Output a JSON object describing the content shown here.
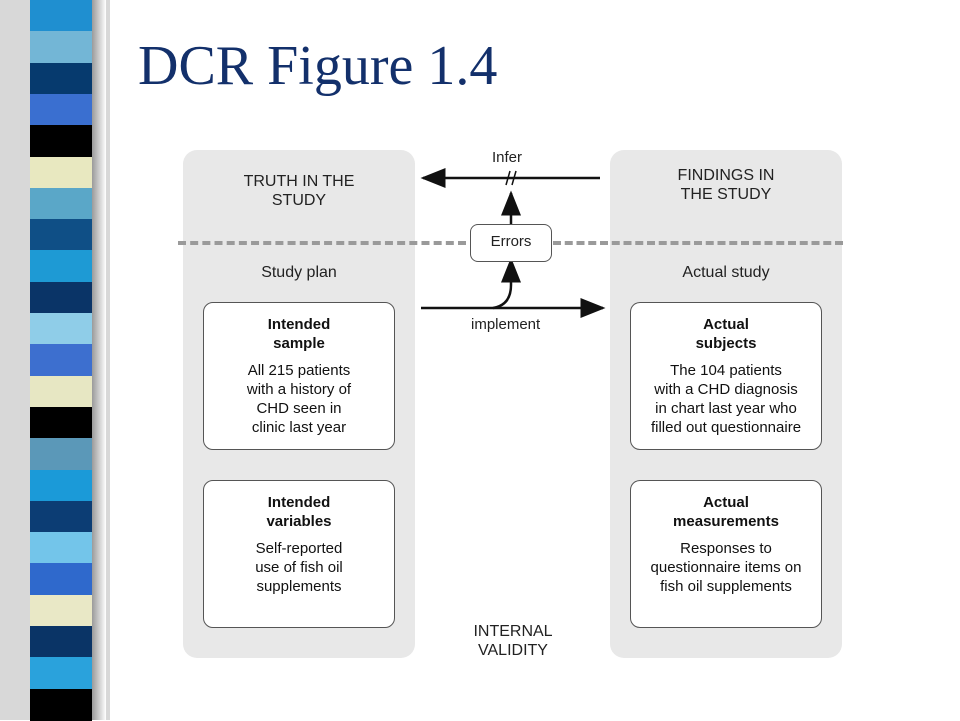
{
  "slide": {
    "title": "DCR Figure 1.4"
  },
  "stripe_colors": [
    "#1f8fd0",
    "#73b6d6",
    "#063a6e",
    "#3a6fd0",
    "#000000",
    "#e8e8c0",
    "#5aa7c8",
    "#0f4f86",
    "#1e9ad4",
    "#0a3467",
    "#8fcde8",
    "#3d6fcf",
    "#e7e7c3",
    "#000000",
    "#5b98b8",
    "#1b9ad8",
    "#0c3d74",
    "#73c5ea",
    "#2f69cc",
    "#e9e8c6",
    "#0a3466",
    "#2aa2dc",
    "#000000"
  ],
  "diagram": {
    "left_panel": {
      "heading": "TRUTH IN THE\nSTUDY",
      "subheading": "Study plan",
      "card_sample": {
        "title": "Intended\nsample",
        "body": "All 215 patients\nwith a history of\nCHD seen in\nclinic last year"
      },
      "card_variables": {
        "title": "Intended\nvariables",
        "body": "Self-reported\nuse of fish oil\nsupplements"
      }
    },
    "right_panel": {
      "heading": "FINDINGS IN\nTHE STUDY",
      "subheading": "Actual study",
      "card_subjects": {
        "title": "Actual\nsubjects",
        "body": "The 104 patients\nwith a CHD diagnosis\nin chart last year who\nfilled out questionnaire"
      },
      "card_measurements": {
        "title": "Actual\nmeasurements",
        "body": "Responses to\nquestionnaire items on\nfish oil supplements"
      }
    },
    "infer_label": "Infer",
    "errors_label": "Errors",
    "implement_label": "implement",
    "internal_validity_label": "INTERNAL\nVALIDITY"
  }
}
